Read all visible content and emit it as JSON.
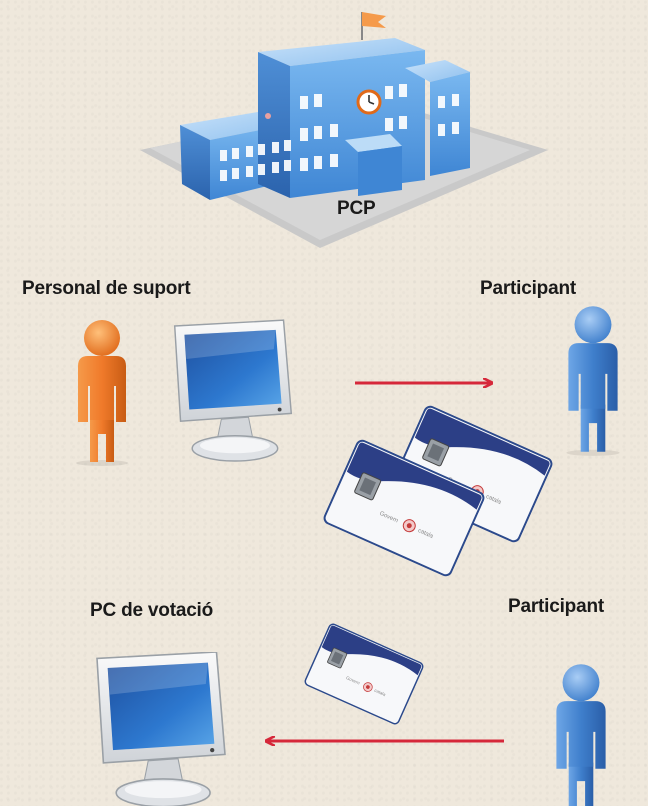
{
  "labels": {
    "building": "PCP",
    "support_staff": "Personal de suport",
    "participant_top": "Participant",
    "voting_pc": "PC de votació",
    "participant_bottom": "Participant"
  },
  "colors": {
    "arrow": "#d6283a",
    "support_person": "#f07a2a",
    "participant": "#3f7fcc",
    "building": "#5ea0e6",
    "card_band": "#2c3f86"
  },
  "icons": [
    "school-building-icon",
    "person-icon",
    "monitor-icon",
    "smart-card-icon",
    "arrow-icon"
  ]
}
